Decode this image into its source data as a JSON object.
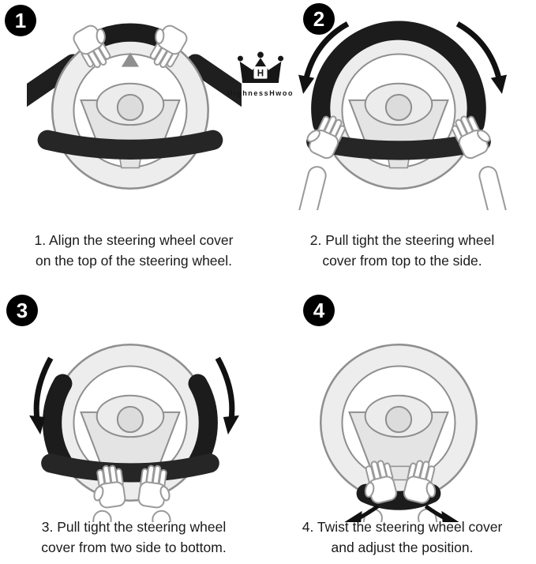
{
  "logo": {
    "letter": "H",
    "brand": "HighnessHwoo"
  },
  "steps": [
    {
      "number": "1",
      "caption_line1": "1. Align the steering wheel cover",
      "caption_line2": "on the top of the steering wheel."
    },
    {
      "number": "2",
      "caption_line1": "2. Pull tight the steering wheel",
      "caption_line2": "cover from top to the side."
    },
    {
      "number": "3",
      "caption_line1": "3. Pull tight the steering wheel",
      "caption_line2": "cover from two side to bottom."
    },
    {
      "number": "4",
      "caption_line1": "4. Twist the steering wheel cover",
      "caption_line2": "and adjust the position."
    }
  ],
  "colors": {
    "step_badge": "#000000",
    "badge_text": "#ffffff",
    "cover": "#1c1c1c",
    "wheel_fill": "#ededed",
    "wheel_stroke": "#8f8f8f",
    "caption_text": "#1a1a1a"
  }
}
